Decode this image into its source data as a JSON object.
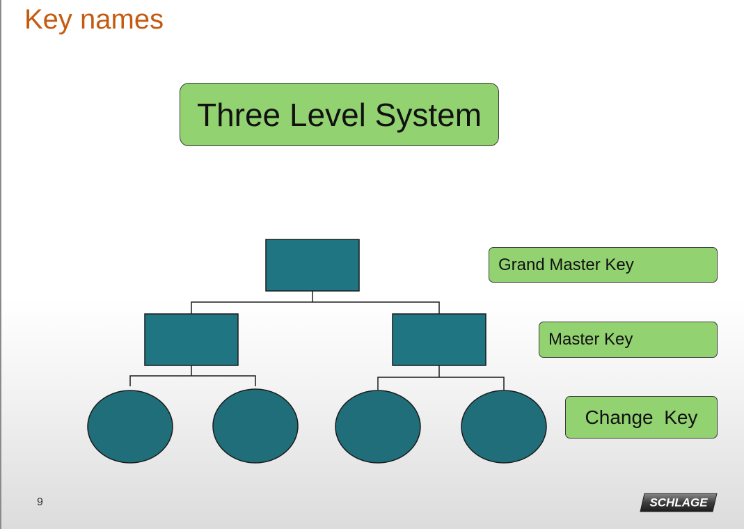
{
  "slide": {
    "title": "Key names",
    "main_box": "Three Level System",
    "page_number": "9",
    "logo_text": "SCHLAGE"
  },
  "labels": {
    "grand_master": "Grand Master Key",
    "master": "Master Key",
    "change": "Change  Key"
  },
  "colors": {
    "title": "#c55a11",
    "label_fill": "#92d271",
    "node_fill": "#1f7581",
    "node_border": "#1a1a1a",
    "connector": "#1a1a1a"
  },
  "icons": {
    "logo": "schlage-logo"
  }
}
